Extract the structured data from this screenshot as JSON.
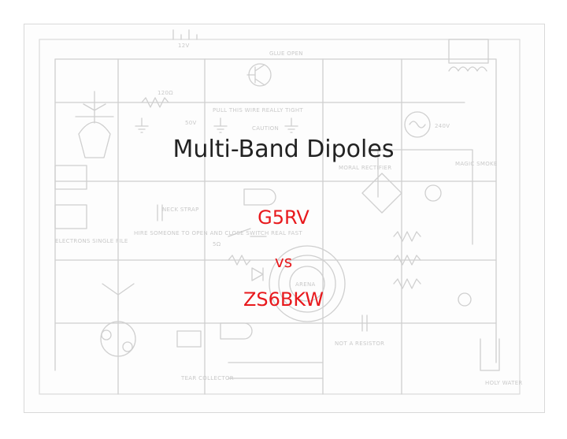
{
  "slide": {
    "title": "Multi-Band Dipoles",
    "subtitle_lines": [
      "G5RV",
      "vs",
      "ZS6BKW"
    ],
    "title_color": "#222222",
    "subtitle_color": "#e8191d",
    "background_art": "faint hand-drawn circuit schematic"
  },
  "background_labels": {
    "battery": "12V",
    "glue": "GLUE OPEN",
    "resistor": "120Ω",
    "wire": "PULL THIS WIRE REALLY TIGHT",
    "voltage_1": "50V",
    "voltage_2": "240V",
    "caution": "CAUTION",
    "rectifier": "MORAL RECTIFIER",
    "smoke": "MAGIC SMOKE",
    "neck_strap": "NECK STRAP",
    "ohms": "5Ω",
    "arena": "ARENA",
    "electrons": "ELECTRONS SINGLE FILE",
    "hire": "HIRE SOMEONE TO OPEN AND CLOSE SWITCH REAL FAST",
    "not_resistor": "NOT A RESISTOR",
    "tear": "TEAR COLLECTOR",
    "holy_water": "HOLY WATER"
  }
}
